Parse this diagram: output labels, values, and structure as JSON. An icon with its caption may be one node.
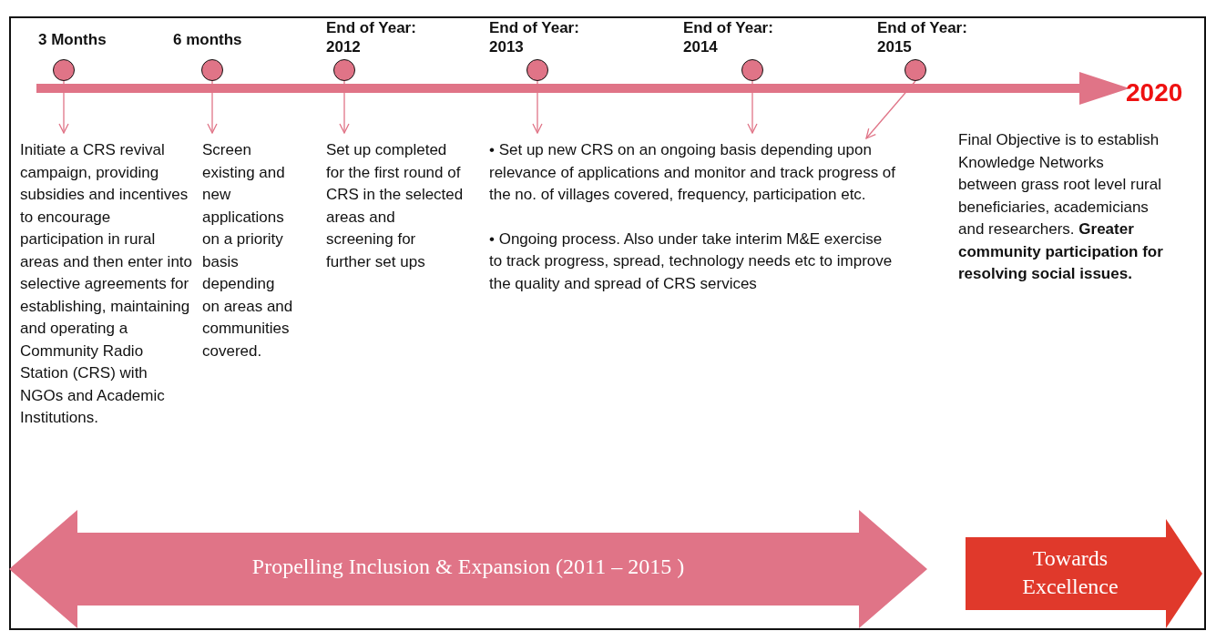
{
  "diagram": {
    "nodes": [
      {
        "text": [],
        "shape": "circle",
        "beside": [
          "3 Months"
        ]
      },
      {
        "text": [],
        "shape": "circle",
        "beside": [
          "6 months"
        ]
      },
      {
        "text": [],
        "shape": "circle",
        "beside": [
          "End of Year: 2012"
        ]
      },
      {
        "text": [],
        "shape": "circle",
        "beside": [
          "End of Year: 2013"
        ]
      },
      {
        "text": [],
        "shape": "circle",
        "beside": [
          "End of Year: 2014"
        ]
      },
      {
        "text": [],
        "shape": "circle",
        "beside": [
          "End of Year: 2015"
        ]
      },
      {
        "text": [
          "Initiate a CRS revival campaign, providing subsidies and incentives to encourage participation in rural areas and then enter into selective agreements for establishing, maintaining and operating a Community Radio Station (CRS) with NGOs and Academic Institutions."
        ]
      },
      {
        "text": [
          "Screen existing and new applications on a priority basis depending on areas and communities covered."
        ]
      },
      {
        "text": [
          "Set up completed for the first round of CRS in the selected areas and screening for further set ups"
        ]
      },
      {
        "text": [
          "• Set up new CRS on an ongoing basis depending upon relevance of applications and monitor and track progress of the no. of villages covered, frequency, participation etc.",
          "• Ongoing process. Also under take interim M&E exercise to track progress, spread, technology needs etc to improve the quality and spread of CRS services"
        ]
      },
      {
        "text": [
          "Propelling Inclusion & Expansion (2011 – 2015 )"
        ]
      },
      {
        "text": [
          "Towards Excellence"
        ]
      }
    ],
    "edges": [
      {
        "from": 0,
        "to": 6,
        "arrow": "to"
      },
      {
        "from": 1,
        "to": 7,
        "arrow": "to"
      },
      {
        "from": 2,
        "to": 8,
        "arrow": "to"
      },
      {
        "from": 3,
        "to": 9,
        "arrow": "to"
      },
      {
        "from": 4,
        "to": 9,
        "arrow": "to"
      },
      {
        "from": 5,
        "to": 9,
        "arrow": "to"
      }
    ],
    "labels": [
      "2020",
      "Final Objective is to establish Knowledge Networks between grass root level rural beneficiaries, academicians and researchers. **Greater community participation for resolving social issues.**"
    ]
  }
}
